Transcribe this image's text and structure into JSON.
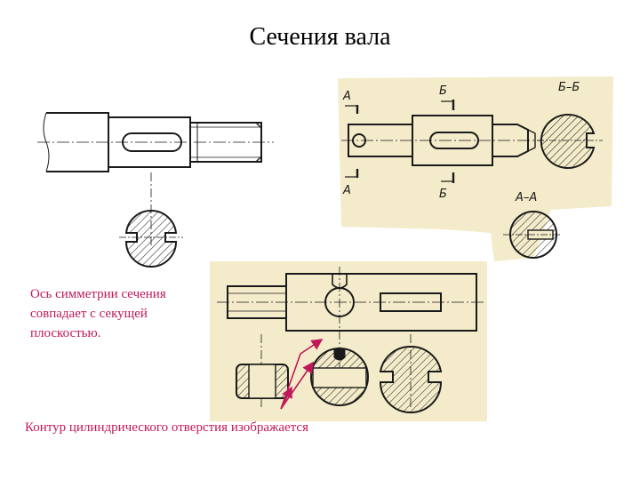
{
  "title": "Сечения вала",
  "annotations": {
    "axis_note": "Ось симметрии сечения совпадает с секущей плоскостью.",
    "contour_note": "Контур цилиндрического отверстия изображается"
  },
  "labels": {
    "cut_a": "А",
    "cut_b": "Б",
    "section_bb": "Б–Б",
    "section_aa": "А–А"
  },
  "colors": {
    "paper": "#f3ebc9",
    "line": "#1a1a1a",
    "accent": "#c0185a"
  }
}
